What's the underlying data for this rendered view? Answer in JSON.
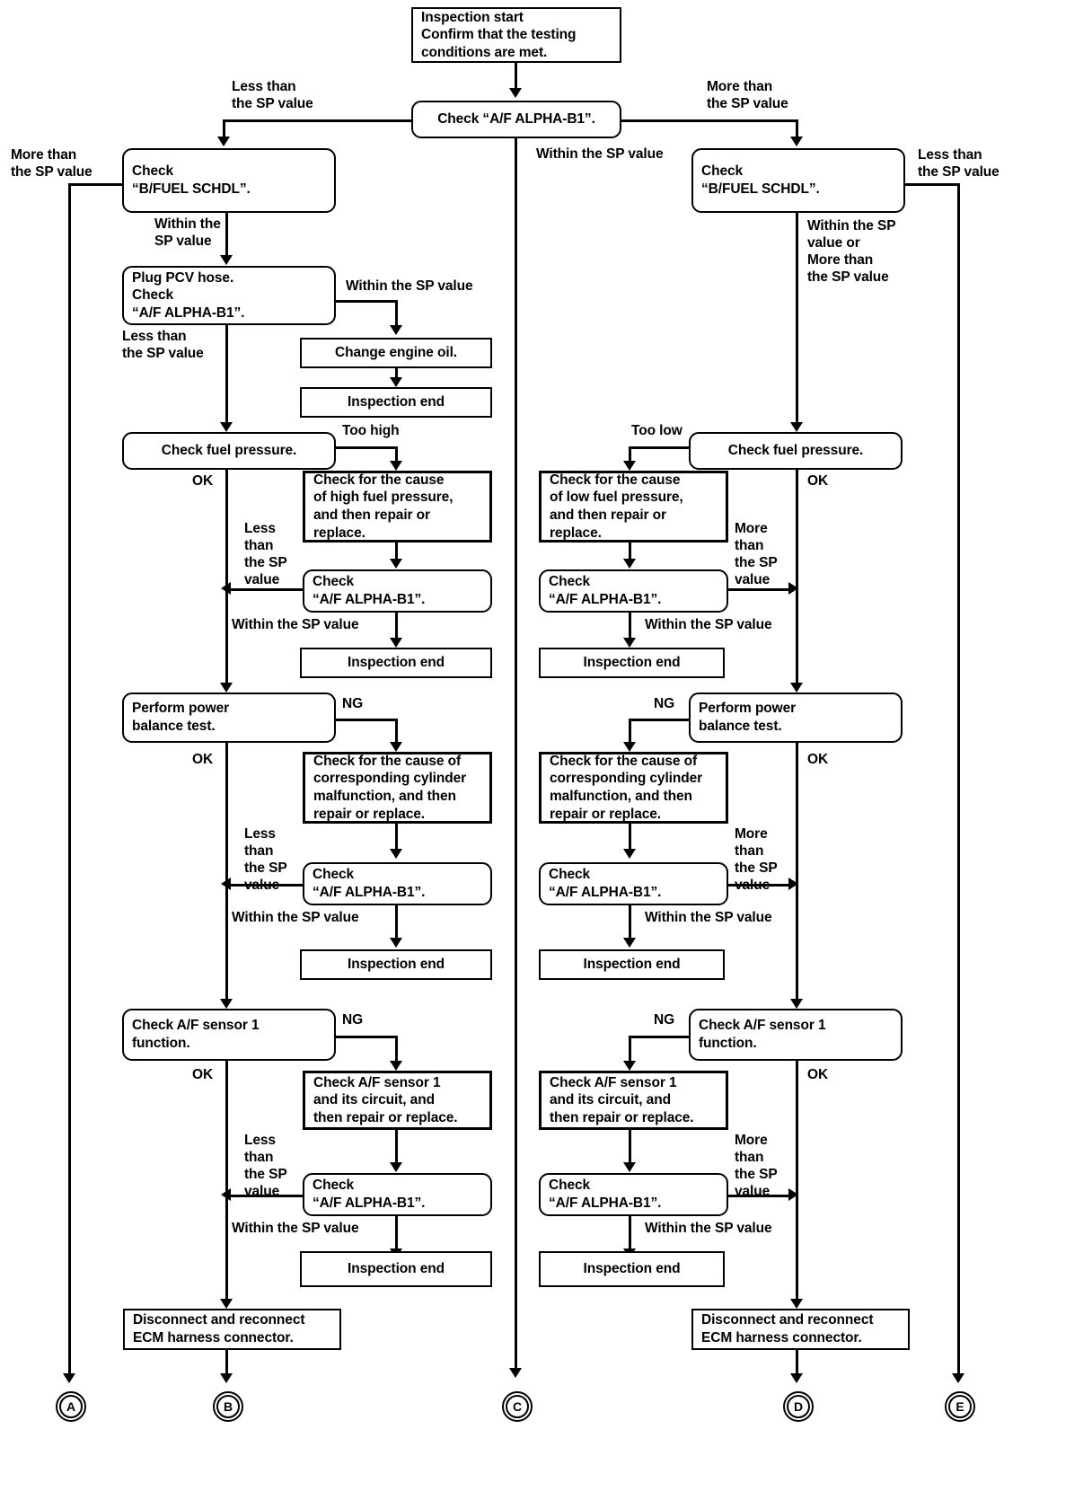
{
  "diagram": {
    "title": "A/F ALPHA inspection flow chart",
    "colors": {
      "line": "#000000",
      "background": "#ffffff",
      "text": "#000000"
    }
  },
  "nodes": {
    "start": "Inspection start\nConfirm that the testing\nconditions are met.",
    "check_af_main": "Check “A/F ALPHA-B1”.",
    "check_bfuel_left": "Check\n“B/FUEL SCHDL”.",
    "check_bfuel_right": "Check\n“B/FUEL SCHDL”.",
    "plug_pcv": "Plug PCV hose.\nCheck\n“A/F ALPHA-B1”.",
    "change_oil": "Change engine oil.",
    "insp_end_1": "Inspection end",
    "check_fuel_pressure_left": "Check fuel pressure.",
    "check_fuel_pressure_right": "Check fuel pressure.",
    "cause_high_fp": "Check for the cause\nof high fuel pressure,\nand then repair or\nreplace.",
    "cause_low_fp": "Check for the cause\nof low fuel pressure,\nand then repair or\nreplace.",
    "check_af_l2": "Check\n“A/F ALPHA-B1”.",
    "check_af_r2": "Check\n“A/F ALPHA-B1”.",
    "insp_end_2L": "Inspection end",
    "insp_end_2R": "Inspection end",
    "power_balance_left": "Perform power\nbalance test.",
    "power_balance_right": "Perform power\nbalance test.",
    "cause_cyl_left": "Check for the cause of\ncorresponding cylinder\nmalfunction, and then\nrepair or replace.",
    "cause_cyl_right": "Check for the cause of\ncorresponding cylinder\nmalfunction, and then\nrepair or replace.",
    "check_af_l3": "Check\n“A/F ALPHA-B1”.",
    "check_af_r3": "Check\n“A/F ALPHA-B1”.",
    "insp_end_3L": "Inspection end",
    "insp_end_3R": "Inspection end",
    "af_sensor_left": "Check A/F sensor 1\nfunction.",
    "af_sensor_right": "Check A/F sensor 1\nfunction.",
    "af_circuit_left": "Check A/F sensor 1\nand its circuit, and\nthen repair or replace.",
    "af_circuit_right": "Check A/F sensor 1\nand its circuit, and\nthen repair or replace.",
    "check_af_l4": "Check\n“A/F ALPHA-B1”.",
    "check_af_r4": "Check\n“A/F ALPHA-B1”.",
    "insp_end_4L": "Inspection end",
    "insp_end_4R": "Inspection end",
    "ecm_left": "Disconnect and reconnect\nECM harness connector.",
    "ecm_right": "Disconnect and reconnect\nECM harness connector."
  },
  "edge_labels": {
    "less_than_sp_2l": "Less than\nthe SP value",
    "more_than_sp_2l_top": "More than\nthe SP value",
    "more_than_sp_2r": "More than\nthe SP value",
    "less_than_sp_2r_top": "Less than\nthe SP value",
    "within_sp_2l": "Within the\nSP value",
    "within_sp_center": "Within the SP value",
    "within_sp_more_4r": "Within the SP\nvalue or\nMore than\nthe SP value",
    "within_sp_1line_a": "Within the SP value",
    "less_than_sp_2line": "Less than\nthe SP value",
    "too_high": "Too high",
    "too_low": "Too low",
    "ok_l1": "OK",
    "ok_r1": "OK",
    "ok_l2": "OK",
    "ok_r2": "OK",
    "ok_l3": "OK",
    "ok_r3": "OK",
    "less_4line": "Less\nthan\nthe SP\nvalue",
    "more_4line": "More\nthan\nthe SP\nvalue",
    "within_sp_line": "Within the SP value",
    "ng_l1": "NG",
    "ng_r1": "NG",
    "ng_l2": "NG",
    "ng_r2": "NG"
  },
  "terminals": [
    {
      "id": "A",
      "label": "A"
    },
    {
      "id": "B",
      "label": "B"
    },
    {
      "id": "C",
      "label": "C"
    },
    {
      "id": "D",
      "label": "D"
    },
    {
      "id": "E",
      "label": "E"
    }
  ]
}
